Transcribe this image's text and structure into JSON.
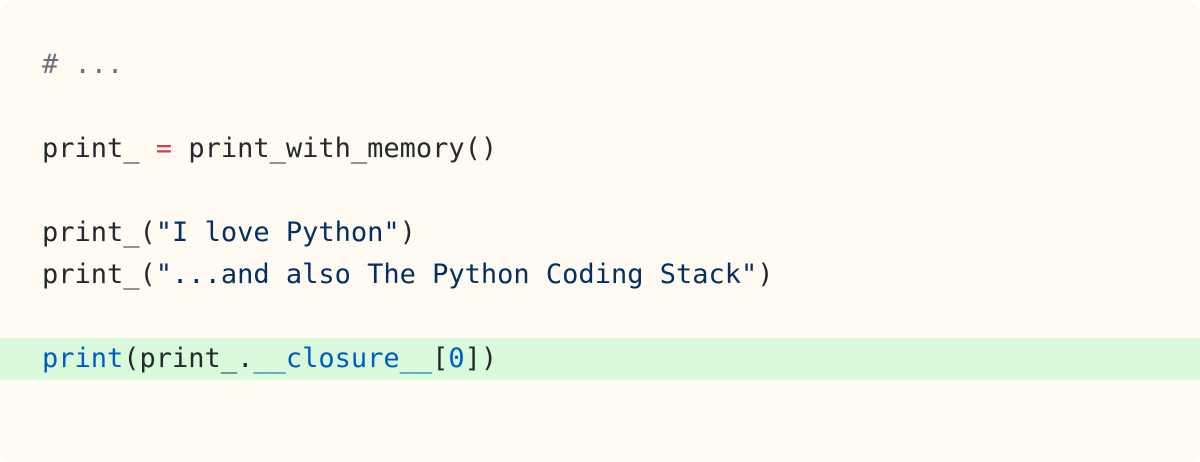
{
  "code_block": {
    "lines": [
      {
        "tokens": [
          {
            "type": "comment",
            "text": "# ..."
          }
        ]
      },
      {
        "tokens": []
      },
      {
        "tokens": [
          {
            "type": "plain",
            "text": "print_ "
          },
          {
            "type": "op",
            "text": "="
          },
          {
            "type": "plain",
            "text": " print_with_memory()"
          }
        ]
      },
      {
        "tokens": []
      },
      {
        "tokens": [
          {
            "type": "plain",
            "text": "print_("
          },
          {
            "type": "str",
            "text": "\"I love Python\""
          },
          {
            "type": "plain",
            "text": ")"
          }
        ]
      },
      {
        "tokens": [
          {
            "type": "plain",
            "text": "print_("
          },
          {
            "type": "str",
            "text": "\"...and also The Python Coding Stack\""
          },
          {
            "type": "plain",
            "text": ")"
          }
        ]
      },
      {
        "tokens": []
      },
      {
        "highlighted": true,
        "tokens": [
          {
            "type": "builtin",
            "text": "print"
          },
          {
            "type": "plain",
            "text": "(print_."
          },
          {
            "type": "builtin",
            "text": "__closure__"
          },
          {
            "type": "plain",
            "text": "["
          },
          {
            "type": "num",
            "text": "0"
          },
          {
            "type": "plain",
            "text": "])"
          }
        ]
      }
    ]
  },
  "colors": {
    "background": "#fffbf3",
    "highlight_line": "#d9fbdc",
    "comment": "#6a737d",
    "operator": "#d73a49",
    "string": "#032f62",
    "builtin": "#005cc5",
    "text": "#24292e"
  }
}
